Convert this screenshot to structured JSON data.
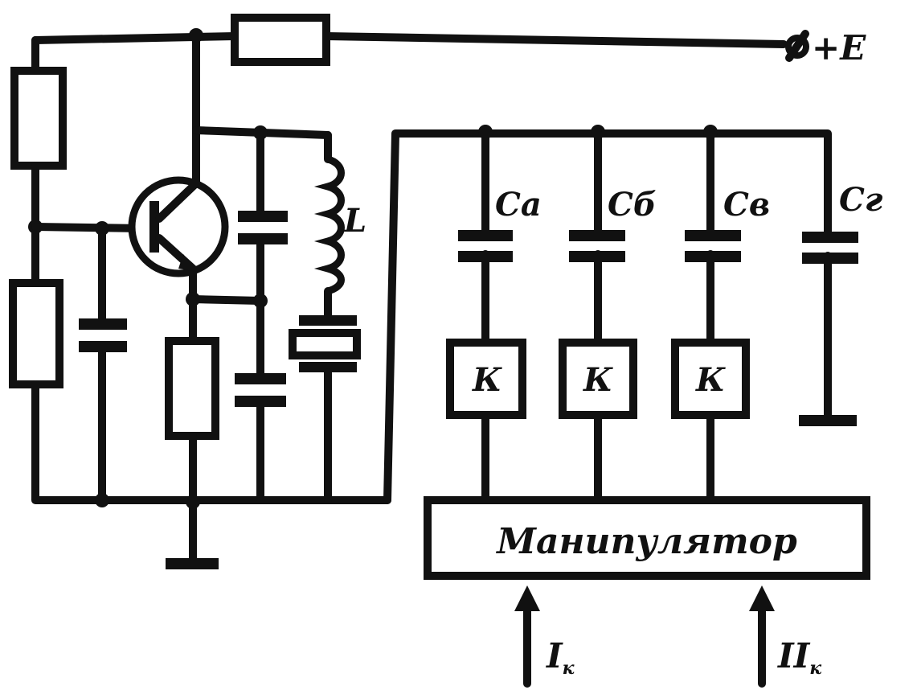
{
  "labels": {
    "supply": "+E",
    "inductor": "L",
    "cap_a": "Cа",
    "cap_b": "Cб",
    "cap_v": "Cв",
    "cap_g": "Cг",
    "key_1": "К",
    "key_2": "К",
    "key_3": "К",
    "manipulator": "Манипулятор",
    "input_1": "I",
    "input_1_sub": "к",
    "input_2": "II",
    "input_2_sub": "к"
  }
}
